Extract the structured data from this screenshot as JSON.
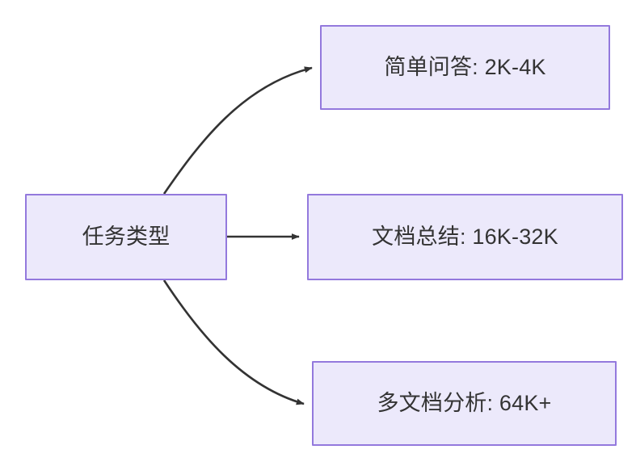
{
  "diagram": {
    "type": "flowchart",
    "direction": "left-to-right",
    "background_color": "#ffffff",
    "node_fill_color": "#ece9fb",
    "node_border_color": "#9379dd",
    "node_text_color": "#333333",
    "edge_color": "#333333",
    "title": "任务类型"
  },
  "nodes": [
    {
      "id": "source",
      "label": "任务类型",
      "role": "root"
    },
    {
      "id": "simple-qa",
      "label": "简单问答: 2K-4K",
      "role": "leaf"
    },
    {
      "id": "doc-summary",
      "label": "文档总结: 16K-32K",
      "role": "leaf"
    },
    {
      "id": "multi-doc",
      "label": "多文档分析: 64K+",
      "role": "leaf"
    }
  ],
  "edges": [
    {
      "id": "edge-source-simple-qa",
      "from": "source",
      "to": "simple-qa",
      "style": "curved",
      "arrowhead": "triangle"
    },
    {
      "id": "edge-source-doc-summary",
      "from": "source",
      "to": "doc-summary",
      "style": "straight",
      "arrowhead": "triangle"
    },
    {
      "id": "edge-source-multi-doc",
      "from": "source",
      "to": "multi-doc",
      "style": "curved",
      "arrowhead": "triangle"
    }
  ]
}
